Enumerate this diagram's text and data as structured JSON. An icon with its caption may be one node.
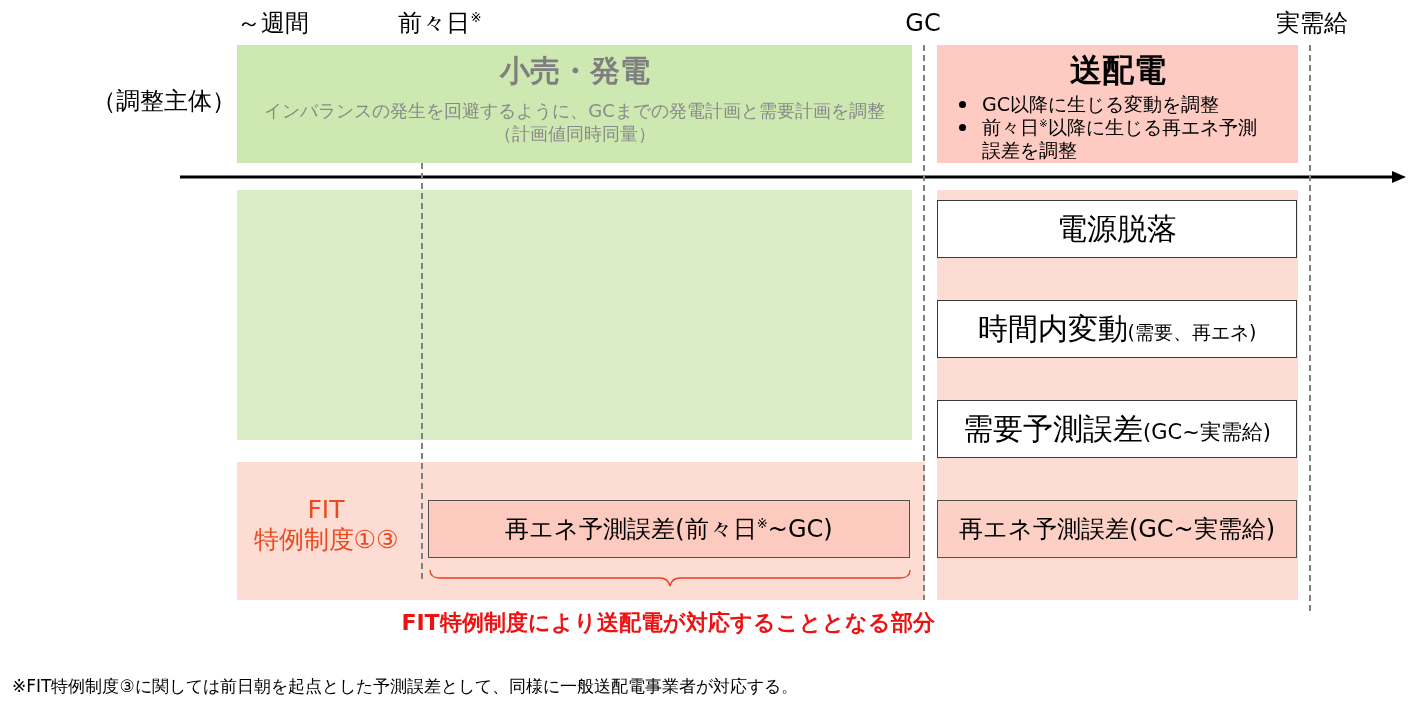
{
  "diagram": {
    "nodes": [
      {
        "text": [
          "小売・発電",
          "インバランスの発生を回避するように、GCまでの発電計画と需要計画を調整（計画値同時同量）"
        ]
      },
      {
        "text": [
          "送配電",
          "GC以降に生じる変動を調整",
          "前々日$^{※}$以降に生じる再エネ予測誤差を調整"
        ]
      },
      {
        "text": [],
        "shape": "box"
      },
      {
        "text": [],
        "shape": "box"
      },
      {
        "text": [
          "電源脱落"
        ],
        "in": 3
      },
      {
        "text": [
          "時間内変動",
          "(需要、再エネ)"
        ],
        "in": 3
      },
      {
        "text": [
          "需要予測誤差",
          "(GC~実需給)"
        ],
        "in": 3
      },
      {
        "text": [
          "FIT 特例制度①③"
        ]
      },
      {
        "text": [
          "再エネ予測誤差(前々日$^{※}$~GC)"
        ],
        "in": 7
      },
      {
        "text": [
          "再エネ予測誤差(GC~実需給)"
        ],
        "in": 3
      }
    ],
    "labels": [
      "～週間",
      "前々日$^{※}$",
      "GC",
      "実需給",
      "（調整主体）",
      "FIT特例制度により送配電が対応することとなる部分",
      "※FIT特例制度③に関しては前日朝を起点とした予測誤差として、同様に一般送配電事業者が対応する。"
    ]
  }
}
